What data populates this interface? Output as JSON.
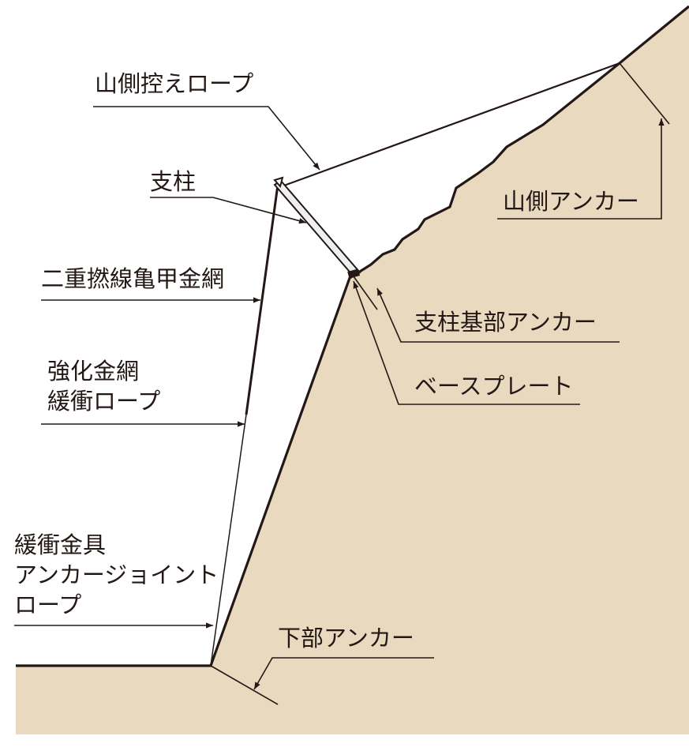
{
  "labels": {
    "mountain_side_guy_rope": "山側控えロープ",
    "post": "支柱",
    "double_twisted_hex_net": "二重撚線亀甲金網",
    "reinforced_net": "強化金網",
    "buffer_rope": "緩衝ロープ",
    "buffer_fitting": "緩衝金具",
    "anchor_joint": "アンカージョイント",
    "rope": "ロープ",
    "lower_anchor": "下部アンカー",
    "mountain_side_anchor": "山側アンカー",
    "post_base_anchor": "支柱基部アンカー",
    "base_plate": "ベースプレート"
  },
  "colors": {
    "ground": "#e8d9bf",
    "ink": "#231815",
    "post_fill": "#eef0ef"
  }
}
